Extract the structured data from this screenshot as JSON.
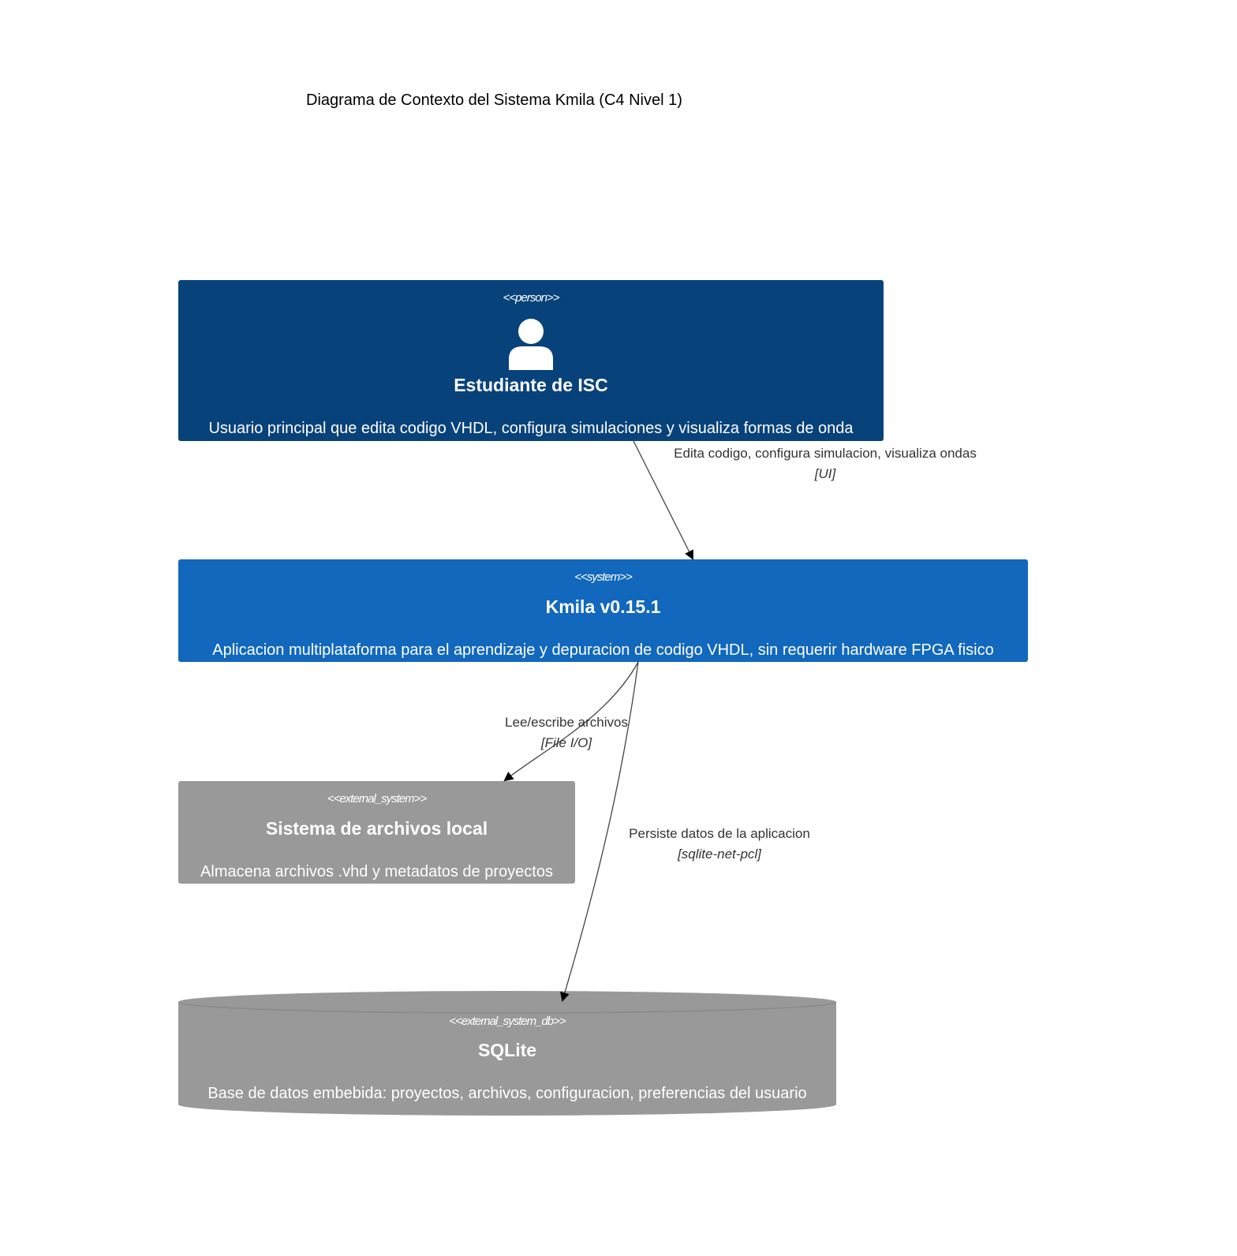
{
  "title": "Diagrama de Contexto del Sistema Kmila (C4 Nivel 1)",
  "colors": {
    "person": "#08427B",
    "system": "#1168BD",
    "external": "#999999",
    "edge": "#444444"
  },
  "nodes": {
    "person": {
      "stereotype": "<<person>>",
      "name": "Estudiante de ISC",
      "description": "Usuario principal que edita codigo VHDL, configura simulaciones y visualiza formas de onda",
      "icon": "person-icon"
    },
    "system": {
      "stereotype": "<<system>>",
      "name": "Kmila v0.15.1",
      "description": "Aplicacion multiplataforma para el aprendizaje y depuracion de codigo VHDL, sin requerir hardware FPGA fisico"
    },
    "filesystem": {
      "stereotype": "<<external_system>>",
      "name": "Sistema de archivos local",
      "description": "Almacena archivos .vhd y metadatos de proyectos"
    },
    "database": {
      "stereotype": "<<external_system_db>>",
      "name": "SQLite",
      "description": "Base de datos embebida: proyectos, archivos, configuracion, preferencias del usuario",
      "icon": "cylinder-db-icon"
    }
  },
  "relations": [
    {
      "from": "Estudiante de ISC",
      "to": "Kmila v0.15.1",
      "label": "Edita codigo, configura simulacion, visualiza ondas",
      "technology": "[UI]"
    },
    {
      "from": "Kmila v0.15.1",
      "to": "Sistema de archivos local",
      "label": "Lee/escribe archivos",
      "technology": "[File I/O]"
    },
    {
      "from": "Kmila v0.15.1",
      "to": "SQLite",
      "label": "Persiste datos de la aplicacion",
      "technology": "[sqlite-net-pcl]"
    }
  ]
}
